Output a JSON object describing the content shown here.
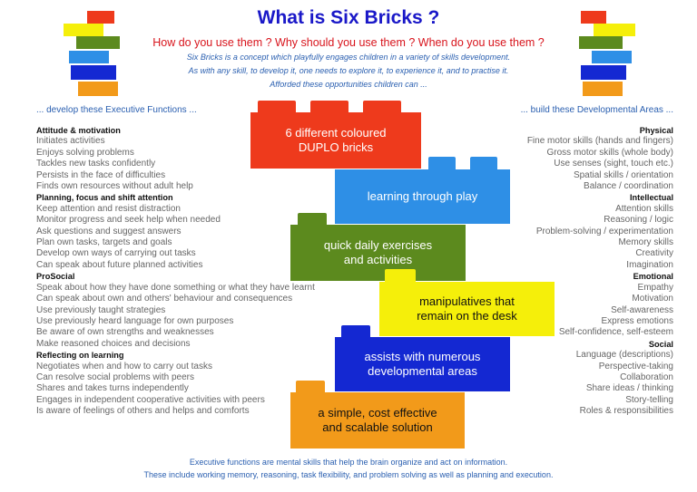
{
  "header": {
    "title": "What is Six Bricks  ?",
    "questions": "How do you use them ? Why should you use them ? When do you use them ?",
    "intro_lines": [
      "Six Bricks is a concept which playfully engages children in a variety of skills development.",
      "As with any skill, to develop it, one needs to explore it, to experience it, and to practise it.",
      "Afforded these opportunities children can ..."
    ]
  },
  "left": {
    "heading": "... develop these Executive Functions ...",
    "groups": [
      {
        "title": "Attitude & motivation",
        "items": [
          "Initiates activities",
          "Enjoys solving problems",
          "Tackles new tasks confidently",
          "Persists in the face of difficulties",
          "Finds own resources without adult help"
        ]
      },
      {
        "title": "Planning, focus and shift attention",
        "items": [
          "Keep attention and resist distraction",
          "Monitor progress and seek help when needed",
          "Ask questions and suggest answers",
          "Plan own tasks, targets and goals",
          "Develop own ways of carrying out tasks",
          "Can speak about future planned activities"
        ]
      },
      {
        "title": "ProSocial",
        "items": [
          "Speak about how they have done something or what they have learnt",
          "Can speak about own and others' behaviour and consequences",
          "Use previously taught strategies",
          "Use previously heard language for own purposes",
          "Be aware of own strengths and weaknesses",
          "Make reasoned choices and decisions"
        ]
      },
      {
        "title": "Reflecting on learning",
        "items": [
          "Negotiates when and how to carry out tasks",
          "Can resolve social problems with peers",
          "Shares and takes turns independently",
          "Engages in independent cooperative activities with peers",
          "Is aware of feelings of others and helps and comforts"
        ]
      }
    ]
  },
  "right": {
    "heading": "... build these Developmental Areas ...",
    "groups": [
      {
        "title": "Physical",
        "items": [
          "Fine motor skills (hands and fingers)",
          "Gross motor skills (whole body)",
          "Use senses (sight, touch etc.)",
          "Spatial skills / orientation",
          "Balance / coordination"
        ]
      },
      {
        "title": "Intellectual",
        "items": [
          "Attention skills",
          "Reasoning / logic",
          "Problem-solving / experimentation",
          "Memory skills",
          "Creativity",
          "Imagination"
        ]
      },
      {
        "title": "Emotional",
        "items": [
          "Empathy",
          "Motivation",
          "Self-awareness",
          "Express emotions",
          "Self-confidence, self-esteem"
        ]
      },
      {
        "title": "Social",
        "items": [
          "Language (descriptions)",
          "Perspective-taking",
          "Collaboration",
          "Share ideas / thinking",
          "Story-telling",
          "Roles & responsibilities"
        ]
      }
    ]
  },
  "bricks": [
    {
      "line1": "6 different coloured",
      "line2": "DUPLO bricks",
      "color": "#ee3a1c"
    },
    {
      "line1": "learning through play",
      "line2": "",
      "color": "#2e8fe6"
    },
    {
      "line1": "quick daily exercises",
      "line2": "and activities",
      "color": "#5c8a1e"
    },
    {
      "line1": "manipulatives that",
      "line2": "remain on the desk",
      "color": "#f5ef0a"
    },
    {
      "line1": "assists with numerous",
      "line2": "developmental areas",
      "color": "#1428d2"
    },
    {
      "line1": "a simple, cost effective",
      "line2": "and scalable solution",
      "color": "#f29a1a"
    }
  ],
  "footer": {
    "line1": "Executive functions are mental skills that help the brain organize and act on information.",
    "line2": "These include working memory, reasoning, task flexibility, and problem solving as well as planning and execution."
  }
}
